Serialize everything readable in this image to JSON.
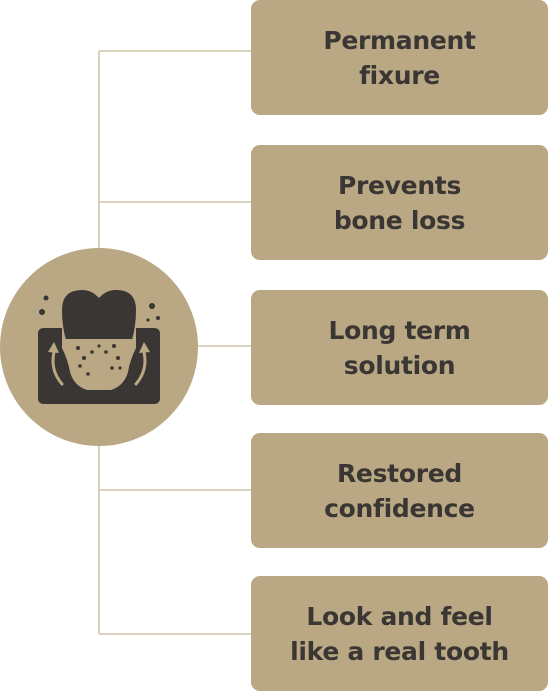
{
  "colors": {
    "accent": "#b9a883",
    "text": "#3a3634",
    "icon": "#3a3634",
    "connector": "#c7b999"
  },
  "center_icon": "dental-implant-tooth-icon",
  "benefits": [
    {
      "label": "Permanent\nfixure"
    },
    {
      "label": "Prevents\nbone loss"
    },
    {
      "label": "Long term\nsolution"
    },
    {
      "label": "Restored\nconfidence"
    },
    {
      "label": "Look and feel\nlike a real tooth"
    }
  ]
}
